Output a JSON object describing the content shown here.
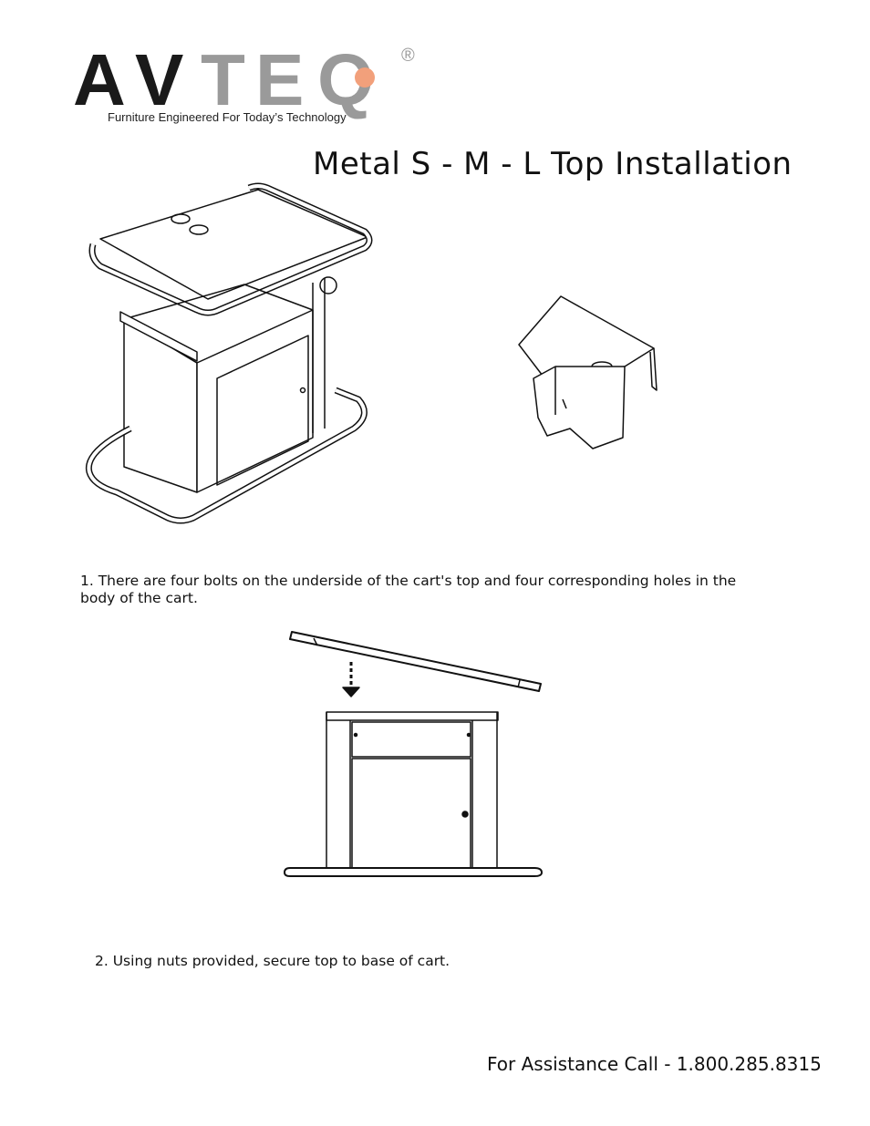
{
  "brand": {
    "letters": [
      "A",
      "V",
      "T",
      "E",
      "Q"
    ],
    "registered": "®",
    "tagline": "Furniture Engineered For Today’s Technology",
    "colors": {
      "dark": "#1a1a1a",
      "gray": "#9a9a9a",
      "accent": "#f2a07b"
    }
  },
  "title": "Metal S - M - L Top Installation",
  "figures": {
    "cart": {
      "icon": "cart-isometric-illustration"
    },
    "detail": {
      "icon": "bracket-detail-illustration"
    },
    "front": {
      "icon": "cart-front-view-illustration",
      "arrow": "arrow-down-icon"
    }
  },
  "steps": [
    {
      "text": "1. There are four bolts on the underside of the cart's top and four corresponding holes in the body of the cart."
    },
    {
      "text": "2.  Using nuts provided, secure top to base of cart."
    }
  ],
  "footer": {
    "assistance": "For Assistance Call - 1.800.285.8315"
  }
}
